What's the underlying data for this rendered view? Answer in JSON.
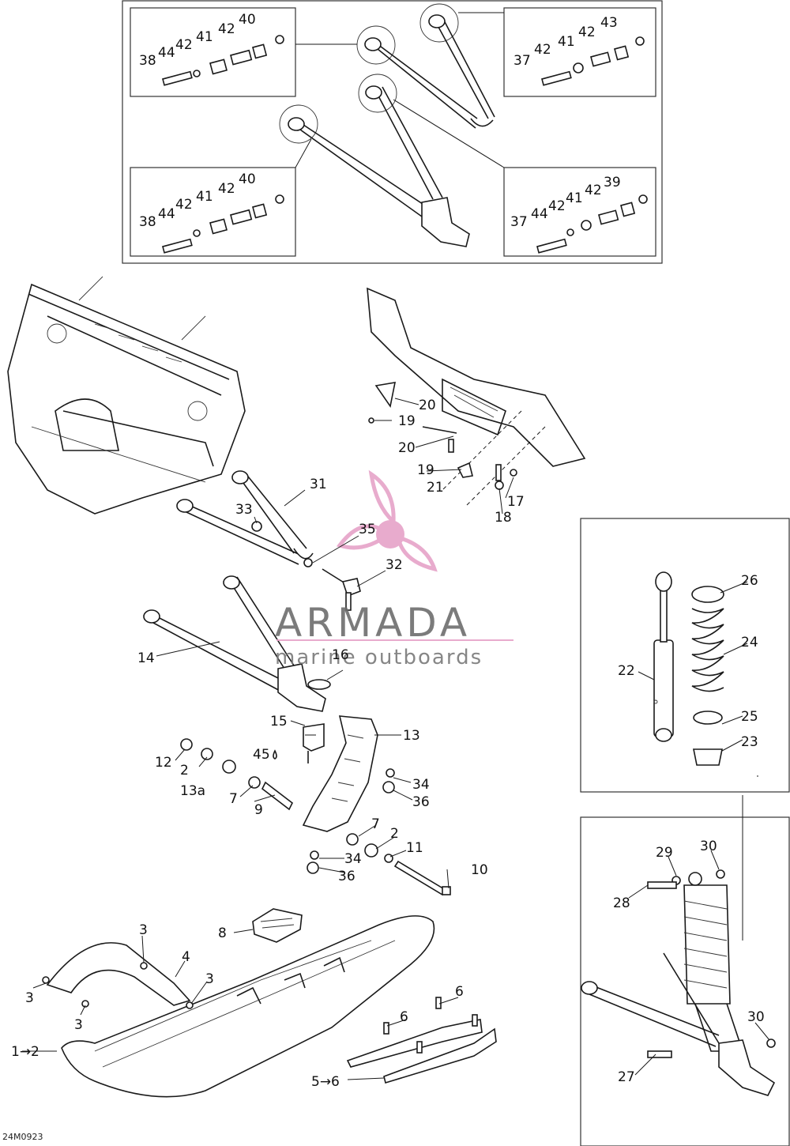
{
  "figure_code": "24M0923",
  "watermark": {
    "title": "ARMADA",
    "subtitle": "marine outboards",
    "colors": {
      "pink": "#e6a3c8",
      "text": "#6d6d6d"
    }
  },
  "callouts": {
    "c1to2": "1→2",
    "c2a": "2",
    "c2b": "2",
    "c3a": "3",
    "c3b": "3",
    "c3c": "3",
    "c3d": "3",
    "c4": "4",
    "c5to6": "5→6",
    "c6a": "6",
    "c6b": "6",
    "c7a": "7",
    "c7b": "7",
    "c8": "8",
    "c9": "9",
    "c10": "10",
    "c11": "11",
    "c12": "12",
    "c13": "13",
    "c13a": "13a",
    "c14": "14",
    "c15": "15",
    "c16": "16",
    "c17": "17",
    "c18": "18",
    "c19a": "19",
    "c19b": "19",
    "c20a": "20",
    "c20b": "20",
    "c21": "21",
    "c22": "22",
    "c23": "23",
    "c24": "24",
    "c25": "25",
    "c26": "26",
    "c27": "27",
    "c28": "28",
    "c29": "29",
    "c30a": "30",
    "c30b": "30",
    "c31": "31",
    "c32": "32",
    "c33": "33",
    "c34a": "34",
    "c34b": "34",
    "c35": "35",
    "c36a": "36",
    "c36b": "36",
    "c37a": "37",
    "c37b": "37",
    "c38a": "38",
    "c38b": "38",
    "c39": "39",
    "c40a": "40",
    "c40b": "40",
    "c41a": "41",
    "c41b": "41",
    "c41c": "41",
    "c41d": "41",
    "c42a": "42",
    "c42b": "42",
    "c42c": "42",
    "c42d": "42",
    "c42e": "42",
    "c42f": "42",
    "c42g": "42",
    "c42h": "42",
    "c43": "43",
    "c44a": "44",
    "c44b": "44",
    "c44c": "44",
    "c45": "45"
  }
}
